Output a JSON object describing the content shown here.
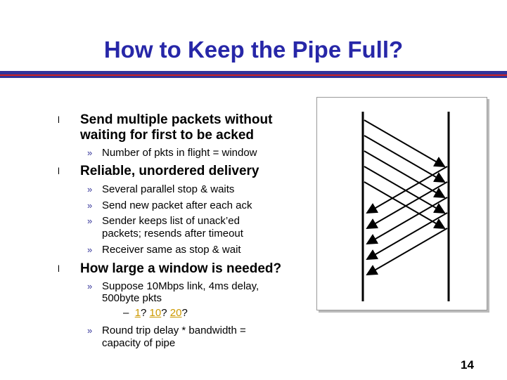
{
  "title": "How to Keep the Pipe Full?",
  "bullets": [
    {
      "text_line1": "Send multiple packets without",
      "text_line2": "waiting for first to be acked",
      "subs": [
        {
          "line1": "Number of pkts in flight = window"
        }
      ]
    },
    {
      "text_line1": "Reliable, unordered delivery",
      "subs": [
        {
          "line1": "Several parallel stop & waits"
        },
        {
          "line1": "Send new packet after each ack"
        },
        {
          "line1": "Sender keeps list of unack’ed",
          "line2": "packets; resends after timeout"
        },
        {
          "line1": "Receiver same as stop & wait"
        }
      ]
    },
    {
      "text_line1": "How large a window is needed?",
      "subs": [
        {
          "line1": "Suppose 10Mbps link, 4ms delay,",
          "line2": "500byte pkts"
        },
        {
          "line1": "Round trip delay * bandwidth =",
          "line2": "capacity of pipe"
        }
      ]
    }
  ],
  "dash_line": {
    "dash": "–",
    "opt1": "1",
    "q1": "?",
    "opt2": "10",
    "q2": "?",
    "opt3": "20",
    "q3": "?"
  },
  "bullet_glyph": "l",
  "sub_bullet_glyph": "»",
  "page_number": "14",
  "colors": {
    "title": "#2727a8",
    "accent_gold": "#cc9900",
    "rule_blue": "#333399",
    "rule_red": "#cc2222"
  }
}
